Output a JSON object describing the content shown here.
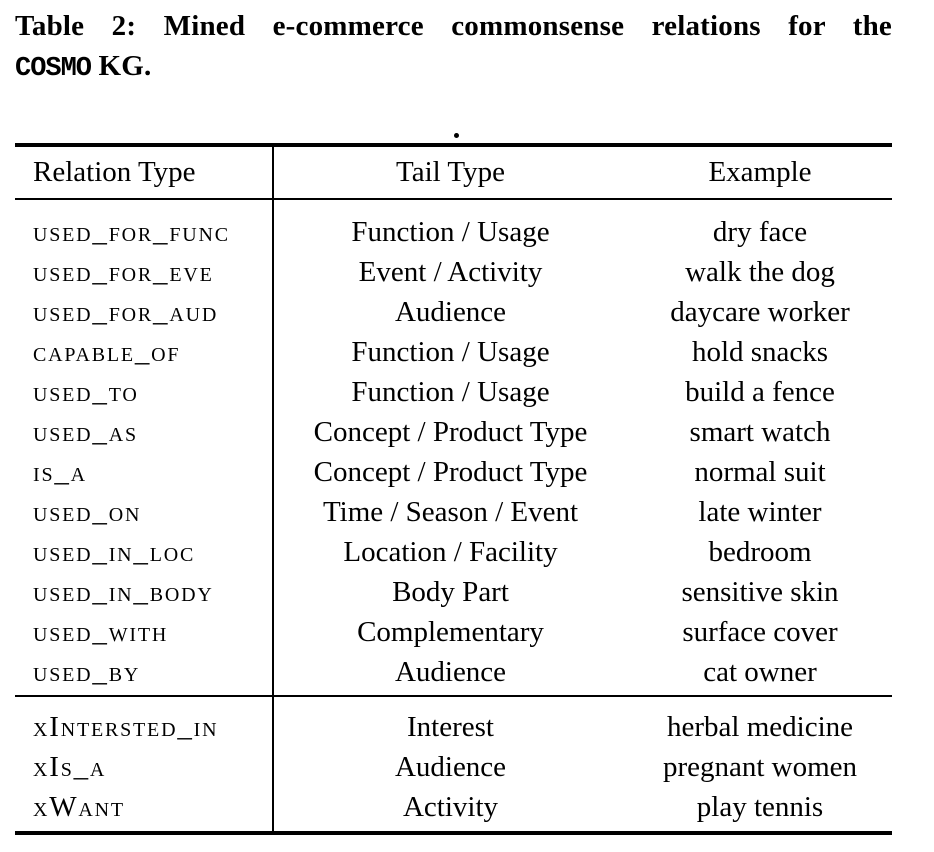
{
  "page": {
    "background_color": "#ffffff",
    "text_color": "#000000",
    "rule_color": "#000000"
  },
  "caption": {
    "line1": "Table 2: Mined e-commerce commonsense relations for the",
    "kg_name_mono": "COSMO",
    "line2_rest": " KG.",
    "stray_dot": "."
  },
  "table": {
    "headers": [
      "Relation Type",
      "Tail Type",
      "Example"
    ],
    "sections": [
      {
        "rows": [
          {
            "relation": "used_for_func",
            "tail_type": "Function / Usage",
            "example": "dry face"
          },
          {
            "relation": "used_for_eve",
            "tail_type": "Event / Activity",
            "example": "walk the dog"
          },
          {
            "relation": "used_for_aud",
            "tail_type": "Audience",
            "example": "daycare worker"
          },
          {
            "relation": "capable_of",
            "tail_type": "Function / Usage",
            "example": "hold snacks"
          },
          {
            "relation": "used_to",
            "tail_type": "Function / Usage",
            "example": "build a fence"
          },
          {
            "relation": "used_as",
            "tail_type": "Concept / Product Type",
            "example": "smart watch"
          },
          {
            "relation": "is_a",
            "tail_type": "Concept / Product Type",
            "example": "normal suit"
          },
          {
            "relation": "used_on",
            "tail_type": "Time / Season / Event",
            "example": "late winter"
          },
          {
            "relation": "used_in_loc",
            "tail_type": "Location / Facility",
            "example": "bedroom"
          },
          {
            "relation": "used_in_body",
            "tail_type": "Body Part",
            "example": "sensitive skin"
          },
          {
            "relation": "used_with",
            "tail_type": "Complementary",
            "example": "surface cover"
          },
          {
            "relation": "used_by",
            "tail_type": "Audience",
            "example": "cat owner"
          }
        ]
      },
      {
        "rows": [
          {
            "relation": "xIntersted_in",
            "tail_type": "Interest",
            "example": "herbal medicine"
          },
          {
            "relation": "xIs_a",
            "tail_type": "Audience",
            "example": "pregnant women"
          },
          {
            "relation": "xWant",
            "tail_type": "Activity",
            "example": "play tennis"
          }
        ]
      }
    ]
  }
}
